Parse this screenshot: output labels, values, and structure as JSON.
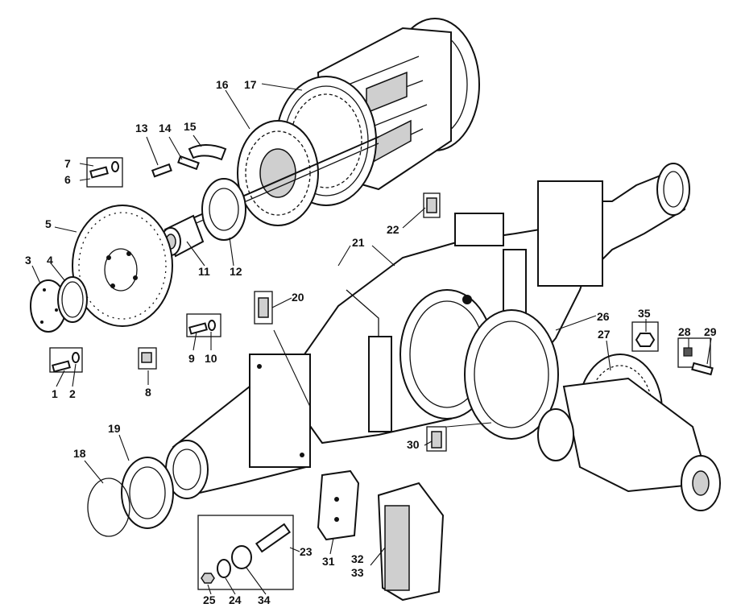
{
  "callouts": {
    "c1": "1",
    "c2": "2",
    "c3": "3",
    "c4": "4",
    "c5": "5",
    "c6": "6",
    "c7": "7",
    "c8": "8",
    "c9": "9",
    "c10": "10",
    "c11": "11",
    "c12": "12",
    "c13": "13",
    "c14": "14",
    "c15": "15",
    "c16": "16",
    "c17": "17",
    "c18": "18",
    "c19": "19",
    "c20": "20",
    "c21": "21",
    "c22": "22",
    "c23": "23",
    "c24": "24",
    "c25": "25",
    "c26": "26",
    "c27": "27",
    "c28": "28",
    "c29": "29",
    "c30": "30",
    "c31": "31",
    "c32": "32",
    "c33": "33",
    "c34": "34",
    "c35": "35"
  }
}
